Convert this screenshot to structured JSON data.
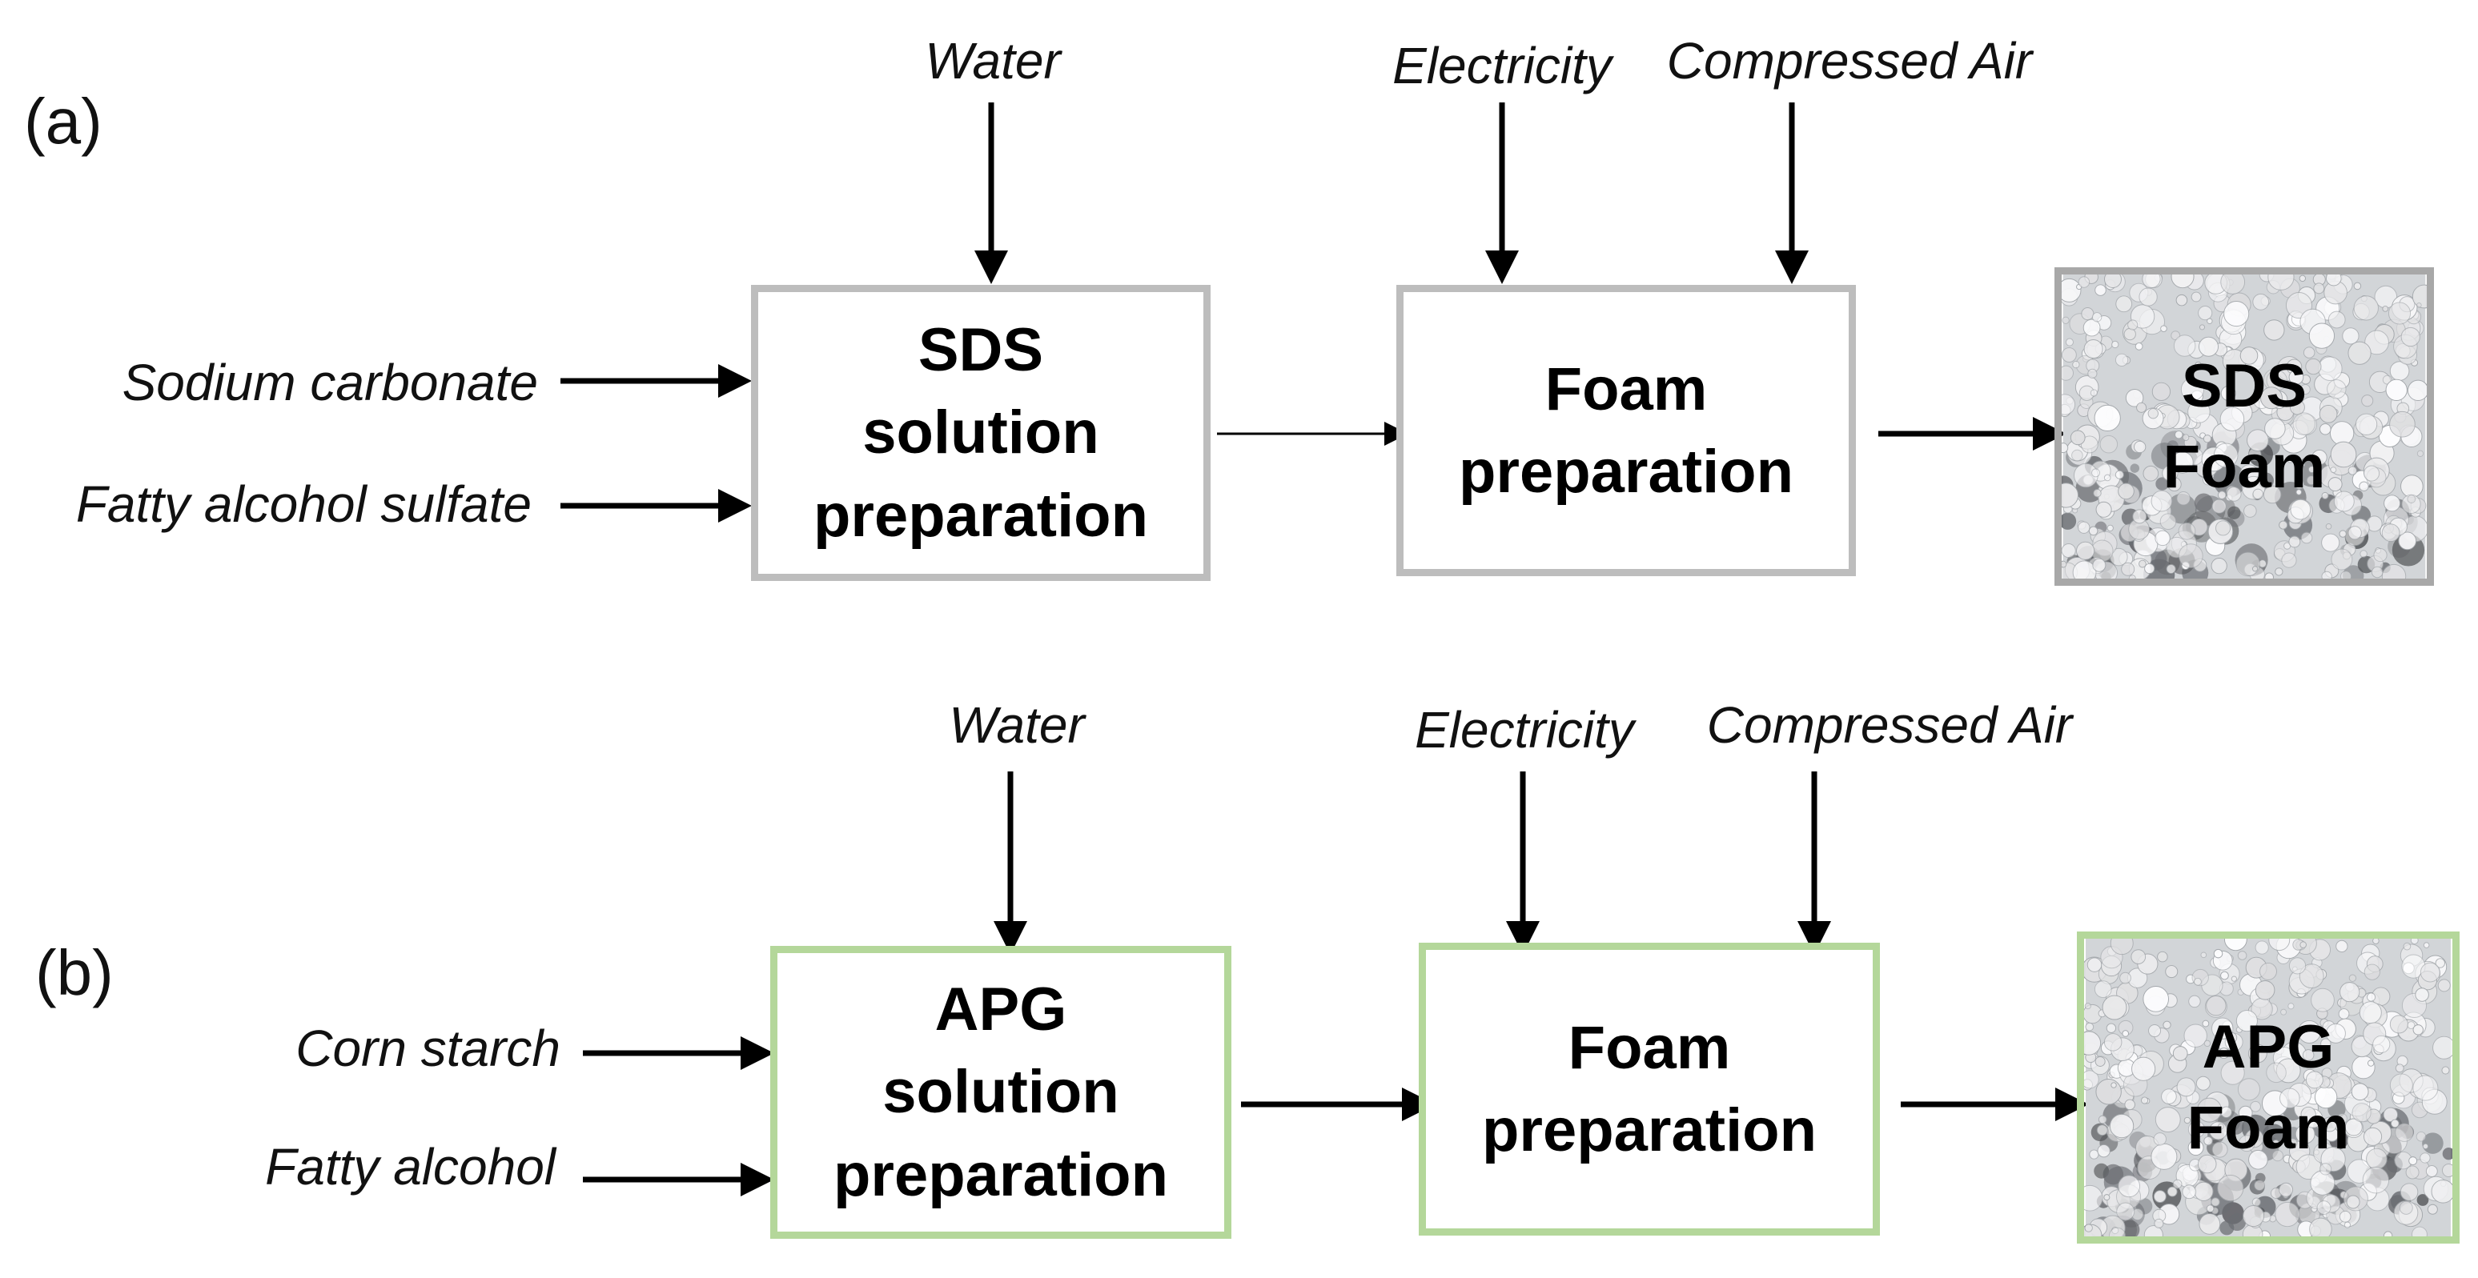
{
  "panels": [
    {
      "label": "(a)",
      "inputs_left": [
        "Sodium carbonate",
        "Fatty alcohol sulfate"
      ],
      "water": "Water",
      "electricity": "Electricity",
      "air": "Compressed Air",
      "solution_box": "SDS\nsolution\npreparation",
      "foam_box": "Foam\npreparation",
      "product": "SDS\nFoam",
      "border_color": "#bdbdbd"
    },
    {
      "label": "(b)",
      "inputs_left": [
        "Corn starch",
        "Fatty alcohol"
      ],
      "water": "Water",
      "electricity": "Electricity",
      "air": "Compressed Air",
      "solution_box": "APG\nsolution\npreparation",
      "foam_box": "Foam\npreparation",
      "product": "APG\nFoam",
      "border_color": "#b4d79a"
    }
  ]
}
